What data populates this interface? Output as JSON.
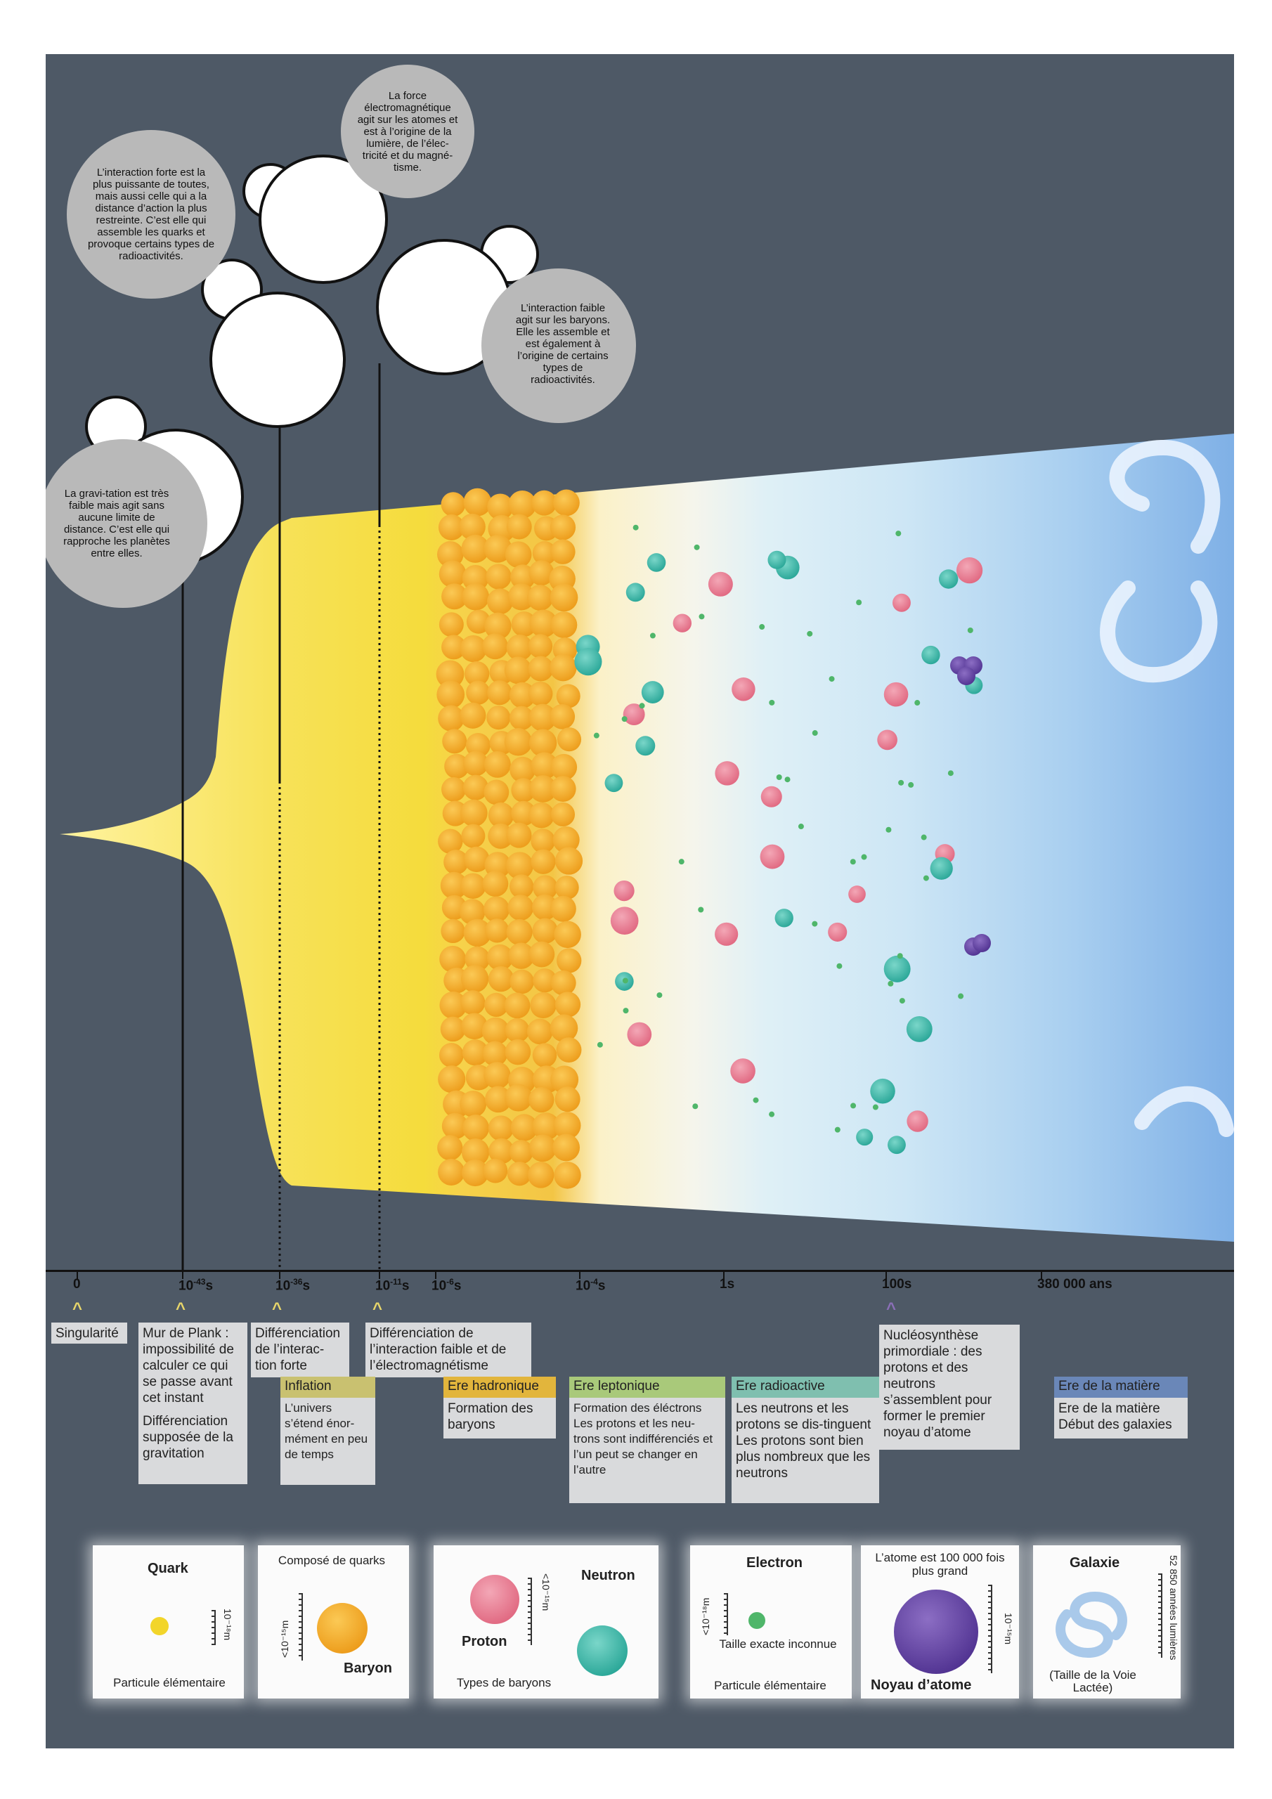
{
  "timeline": {
    "ticks": [
      {
        "base": "0",
        "exp": "",
        "unit": ""
      },
      {
        "base": "10",
        "exp": "-43",
        "unit": "s"
      },
      {
        "base": "10",
        "exp": "-36",
        "unit": "s"
      },
      {
        "base": "10",
        "exp": "-11",
        "unit": "s"
      },
      {
        "base": "10",
        "exp": "-6",
        "unit": "s"
      },
      {
        "base": "10",
        "exp": "-4",
        "unit": "s"
      },
      {
        "base": "1s",
        "exp": "",
        "unit": ""
      },
      {
        "base": "100s",
        "exp": "",
        "unit": ""
      },
      {
        "base": "380 000 ans",
        "exp": "",
        "unit": ""
      }
    ]
  },
  "events": {
    "singularite": "Singularité",
    "plank_1": "Mur de Plank : impossibilité de calculer ce qui se passe avant cet instant",
    "plank_2": "Différenciation supposée de la gravitation",
    "forte": "Différenciation de l’interac-tion forte",
    "faible": "Différenciation de l’interaction faible et de l’électromagnétisme",
    "nucleo": "Nucléosynthèse primordiale : des protons et des neutrons s’assemblent pour former le premier noyau d’atome"
  },
  "eras": {
    "inflation": {
      "title": "Inflation",
      "text": "L’univers s’étend énor-mément en peu de temps",
      "color": "#c9c170"
    },
    "hadronique": {
      "title": "Ere hadronique",
      "text": "Formation des baryons",
      "color": "#e2b53c"
    },
    "leptonique": {
      "title": "Ere leptonique",
      "text1": "Formation des éléctrons",
      "text2": "Les protons et les neu-trons sont indifférenciés et l’un peut se changer en l’autre",
      "color": "#a9c97a"
    },
    "radioactive": {
      "title": "Ere radioactive",
      "text1": "Les neutrons et les protons se dis-tinguent",
      "text2": "Les protons sont bien plus nombreux que les neutrons",
      "color": "#7fbfaf"
    },
    "matiere": {
      "title": "Ere de la matière",
      "text1": "Ere de la matière",
      "text2": "Début des galaxies",
      "color": "#6a87b8"
    }
  },
  "bubbles": {
    "gravitation": "La gravi-tation est très faible mais agit sans aucune limite de distance. C’est elle qui rapproche les planètes entre elles.",
    "forte": "L’interaction forte est la plus puissante de toutes, mais aussi celle qui a la distance d’action la plus restreinte. C’est elle qui assemble les quarks et provoque certains types de radioactivités.",
    "electromagnetique": "La force électromagnétique agit sur les atomes et est à l’origine de la lumière, de l’élec-tricité et du magné-tisme.",
    "faible": "L’interaction faible agit sur les baryons. Elle les assemble et est également à l’origine de certains types de radioactivités."
  },
  "legend": {
    "quark": {
      "title": "Quark",
      "subtitle": "Particule élémentaire",
      "scale": "10⁻¹⁸m"
    },
    "baryon": {
      "top": "Composé de quarks",
      "title": "Baryon",
      "scale": "<10⁻¹⁵m"
    },
    "proton_neutron": {
      "proton": "Proton",
      "neutron": "Neutron",
      "subtitle": "Types de baryons",
      "scale": "<10⁻¹⁵m"
    },
    "electron": {
      "title": "Electron",
      "size": "Taille exacte inconnue",
      "subtitle": "Particule élémentaire",
      "scale": "<10⁻¹⁸m"
    },
    "atome": {
      "top": "L’atome est 100 000 fois plus grand",
      "title": "Noyau d’atome",
      "scale": "10⁻¹⁵m"
    },
    "galaxie": {
      "title": "Galaxie",
      "subtitle": "(Taille de la Voie Lactée)",
      "scale": "52 850 années lumières"
    }
  },
  "colors": {
    "background": "#4e5966",
    "quark": "#f2d52a",
    "baryon": "#f2a81c",
    "proton": "#e77c92",
    "neutron": "#3fb8aa",
    "electron": "#4fb66a",
    "nucleus": "#6b4aa3"
  }
}
